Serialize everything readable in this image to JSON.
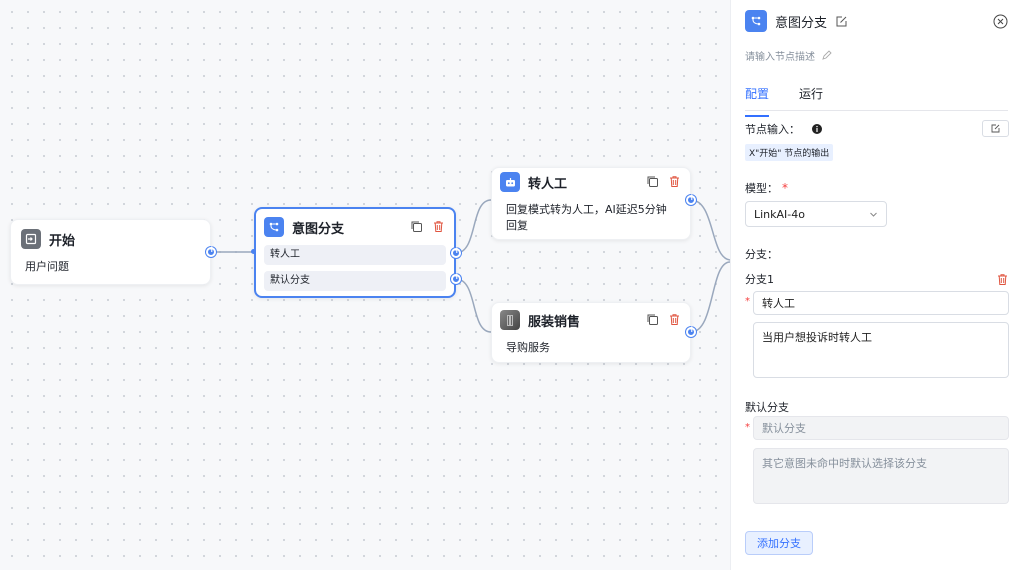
{
  "canvas": {
    "start_node": {
      "title": "开始",
      "body": "用户问题"
    },
    "intent_node": {
      "title": "意图分支",
      "branches": [
        "转人工",
        "默认分支"
      ]
    },
    "human_node": {
      "title": "转人工",
      "body": "回复模式转为人工，AI延迟5分钟回复"
    },
    "sales_node": {
      "title": "服装销售",
      "body": "导购服务"
    }
  },
  "panel": {
    "title": "意图分支",
    "description_placeholder": "请输入节点描述",
    "tabs": [
      "配置",
      "运行"
    ],
    "active_tab": "配置",
    "node_input_label": "节点输入：",
    "node_input_tag": "X\"开始\" 节点的输出",
    "model_label": "模型：",
    "model_required": "*",
    "model_value": "LinkAI-4o",
    "branches_label": "分支：",
    "branch1": {
      "label": "分支1",
      "name": "转人工",
      "description": "当用户想投诉时转人工"
    },
    "default_branch": {
      "label": "默认分支",
      "name": "默认分支",
      "description": "其它意图未命中时默认选择该分支"
    },
    "add_branch_label": "添加分支"
  },
  "colors": {
    "accent": "#3370ff",
    "port": "#4b83f0",
    "danger": "#f53f3f"
  },
  "icons": [
    "login-icon",
    "branch-icon",
    "robot-icon",
    "store-image",
    "copy-icon",
    "trash-icon",
    "edit-icon",
    "close-icon",
    "pencil-icon",
    "info-icon",
    "chevron-down-icon"
  ]
}
